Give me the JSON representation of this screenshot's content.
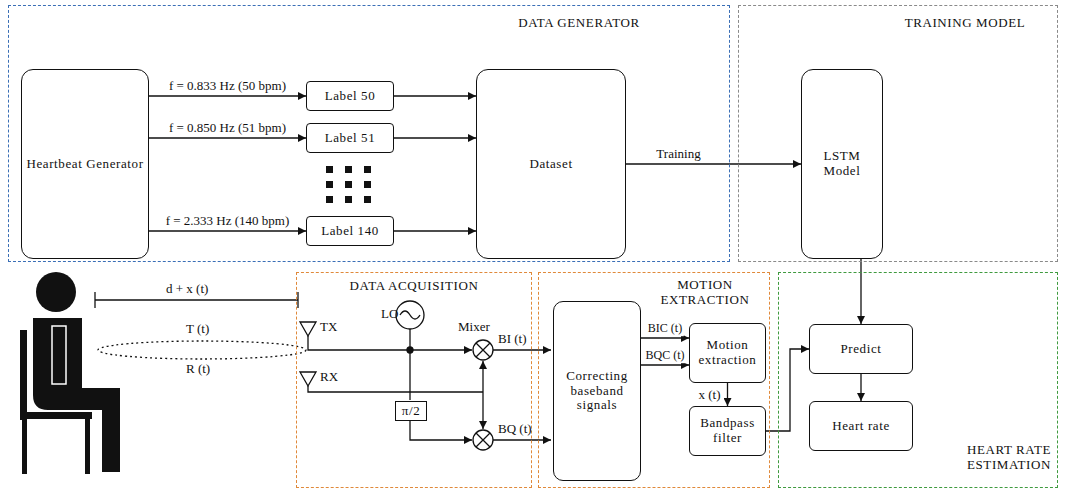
{
  "diagram": {
    "nodes": [
      {
        "text": [
          "DATA GENERATOR"
        ]
      },
      {
        "text": [
          "Heartbeat Generator"
        ],
        "in": 0
      },
      {
        "text": [
          "Label 50"
        ],
        "in": 0
      },
      {
        "text": [
          "Label 51"
        ],
        "in": 0
      },
      {
        "text": [
          "Label 140"
        ],
        "in": 0
      },
      {
        "text": [
          "Dataset"
        ],
        "in": 0
      },
      {
        "text": [
          "TRAINING MODEL"
        ]
      },
      {
        "text": [
          "LSTM Model"
        ],
        "in": 6
      },
      {
        "text": [
          "DATA ACQUISITION"
        ]
      },
      {
        "text": [
          "π/2"
        ],
        "in": 8
      },
      {
        "text": [
          "MOTION EXTRACTION"
        ]
      },
      {
        "text": [
          "Correcting baseband signals"
        ],
        "in": 10
      },
      {
        "text": [
          "Motion extraction"
        ],
        "in": 10
      },
      {
        "text": [
          "Bandpass filter"
        ],
        "in": 10
      },
      {
        "text": [
          "HEART RATE ESTIMATION"
        ]
      },
      {
        "text": [
          "Predict"
        ],
        "in": 14
      },
      {
        "text": [
          "Heart rate"
        ],
        "in": 14
      }
    ],
    "edges": [
      {
        "from": 1,
        "to": 2,
        "arrow": "to",
        "label": "f = 0.833 Hz (50 bpm)"
      },
      {
        "from": 1,
        "to": 3,
        "arrow": "to",
        "label": "f = 0.850 Hz (51 bpm)"
      },
      {
        "from": 1,
        "to": 4,
        "arrow": "to",
        "label": "f = 2.333 Hz (140 bpm)"
      },
      {
        "from": 2,
        "to": 5,
        "arrow": "to"
      },
      {
        "from": 3,
        "to": 5,
        "arrow": "to"
      },
      {
        "from": 4,
        "to": 5,
        "arrow": "to"
      },
      {
        "from": 5,
        "to": 7,
        "arrow": "to",
        "label": "Training"
      },
      {
        "from": 7,
        "to": 15,
        "arrow": "to"
      },
      {
        "from": 15,
        "to": 16,
        "arrow": "to"
      },
      {
        "from": 11,
        "to": 12,
        "arrow": "to",
        "label": "BIC (t)"
      },
      {
        "from": 11,
        "to": 12,
        "arrow": "to",
        "label": "BQC (t)"
      },
      {
        "from": 12,
        "to": 13,
        "arrow": "to",
        "label": "x (t)"
      },
      {
        "from": 13,
        "to": 15,
        "arrow": "to"
      }
    ],
    "labels": [
      "d + x (t)",
      "T (t)",
      "R (t)",
      "TX",
      "RX",
      "LO",
      "Mixer",
      "BI (t)",
      "BQ (t)"
    ]
  }
}
